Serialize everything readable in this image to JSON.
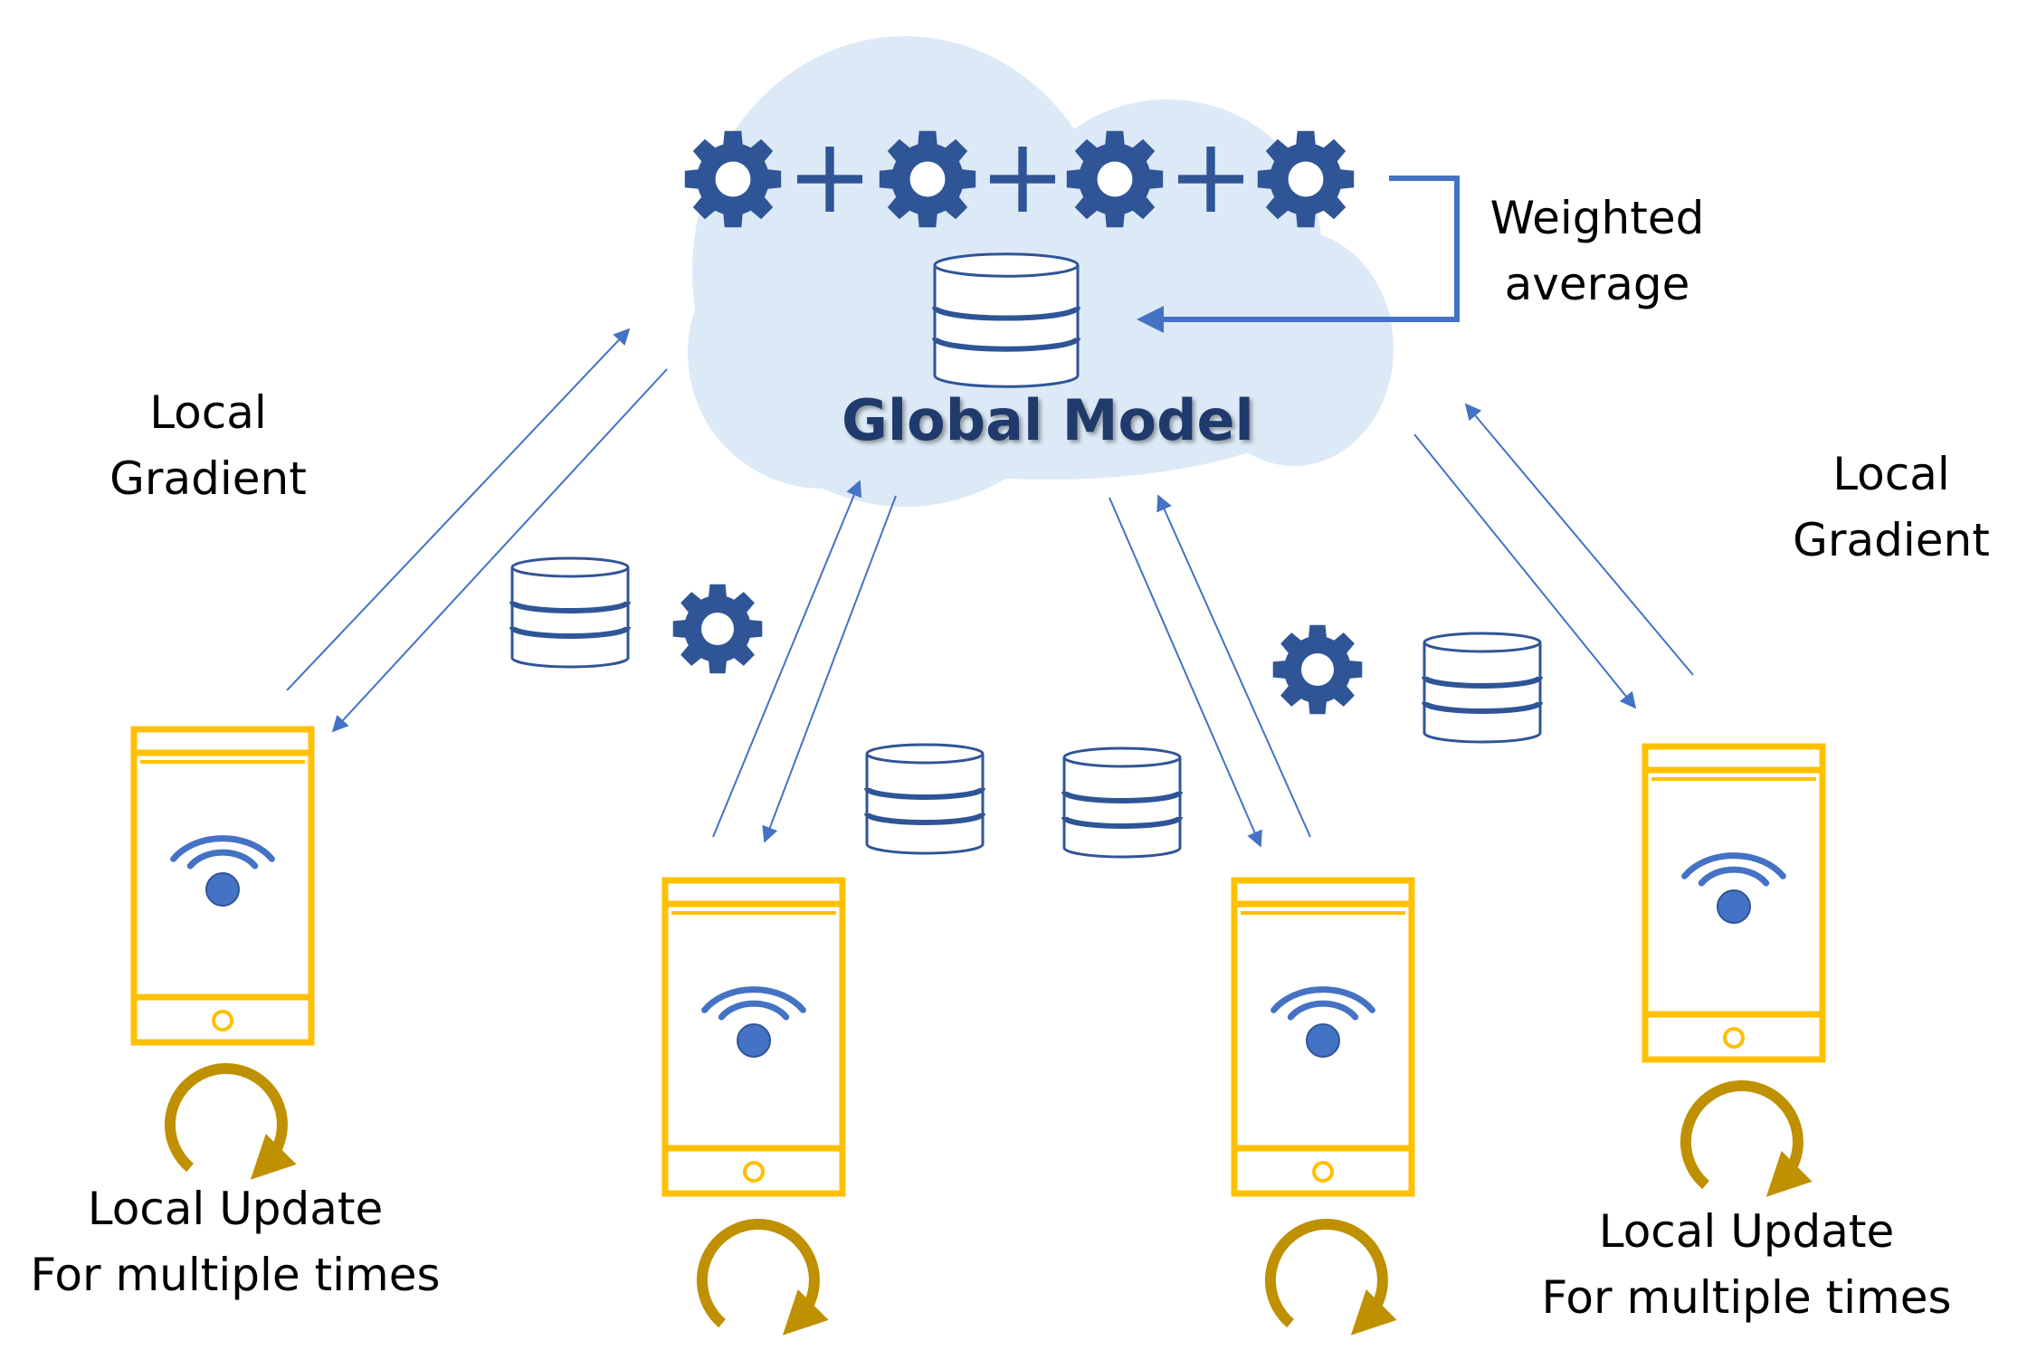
{
  "global_model": {
    "title": "Global Model",
    "aggregation": {
      "label_line1": "Weighted",
      "label_line2": "average"
    }
  },
  "clients": [
    {
      "id": "client-1",
      "update_label_line1": "Local Update",
      "update_label_line2": "For multiple times"
    },
    {
      "id": "client-2",
      "update_label_line1": "",
      "update_label_line2": ""
    },
    {
      "id": "client-3",
      "update_label_line1": "",
      "update_label_line2": ""
    },
    {
      "id": "client-4",
      "update_label_line1": "Local Update",
      "update_label_line2": "For multiple times"
    }
  ],
  "gradient_labels": {
    "left": {
      "line1": "Local",
      "line2": "Gradient"
    },
    "right": {
      "line1": "Local",
      "line2": "Gradient"
    }
  },
  "colors": {
    "cloud": "#dce9f6",
    "gear": "#2f5597",
    "plus": "#2f5597",
    "arrow": "#4472c4",
    "phone": "#ffc000",
    "loop": "#bf9000",
    "wifi": "#4472c4",
    "database_stroke": "#2f5597"
  },
  "icons": [
    "gear-icon",
    "plus-icon",
    "database-icon",
    "phone-icon",
    "wifi-icon",
    "loop-arrow-icon"
  ]
}
